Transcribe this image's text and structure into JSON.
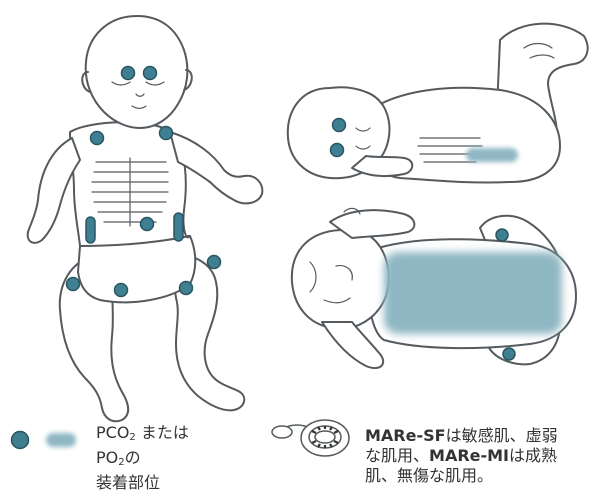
{
  "colors": {
    "outline": "#555a5e",
    "skin": "#ffffff",
    "sensor": "#3f7f92",
    "sensor_stroke": "#2a5563",
    "area": "#8fb7c3",
    "text": "#333333"
  },
  "legend": {
    "pco2_prefix": "PCO",
    "pco2_sub": "2",
    "pco2_suffix": " または",
    "po2_prefix": "PO",
    "po2_sub": "2",
    "po2_suffix": "の",
    "placement": "装着部位",
    "sensor_icon": "sensor-dot-icon",
    "area_icon": "sensor-area-icon"
  },
  "note": {
    "sf_name": "MARe-SF",
    "sf_text": "は敏感肌、虚弱",
    "line2_prefix": "な肌用、",
    "mi_name": "MARe-MI",
    "mi_text": "は成熟",
    "line3": "肌、無傷な肌用。",
    "ring_icon": "fixation-ring-icon"
  }
}
